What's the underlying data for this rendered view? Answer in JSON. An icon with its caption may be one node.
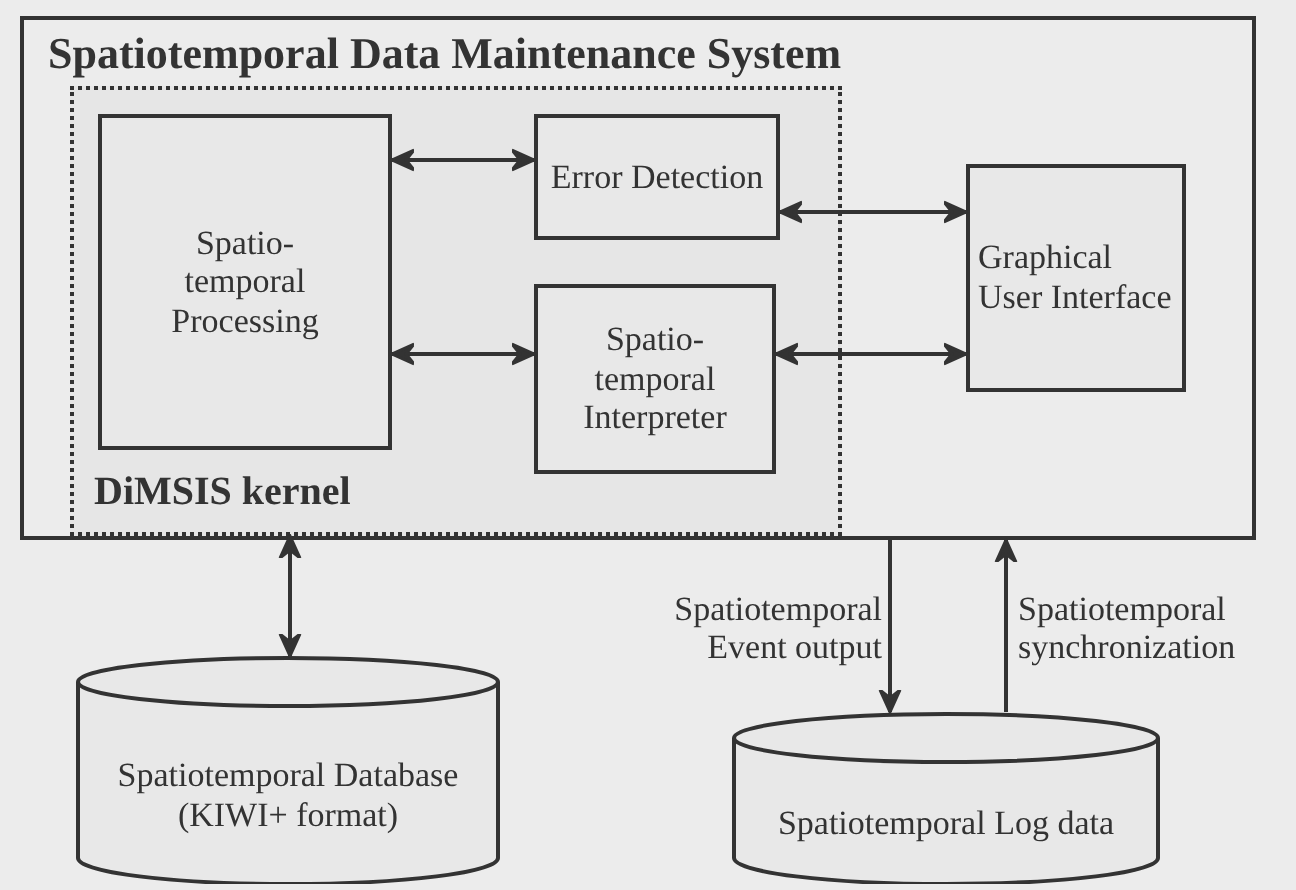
{
  "diagram": {
    "nodes": [
      {
        "text": [
          "Spatiotemporal Data Maintenance System"
        ]
      },
      {
        "text": [
          "DiMSIS kernel"
        ],
        "in": 0
      },
      {
        "text": [
          "Spatio- temporal Processing"
        ],
        "in": 1
      },
      {
        "text": [
          "Error Detection"
        ],
        "in": 1
      },
      {
        "text": [
          "Spatio- temporal Interpreter"
        ],
        "in": 1
      },
      {
        "text": [
          "Graphical User Interface"
        ],
        "in": 0
      },
      {
        "text": [
          "Spatiotemporal Database (KIWI+ format)"
        ]
      },
      {
        "text": [
          "Spatiotemporal Log data"
        ]
      }
    ],
    "edges": [
      {
        "from": 2,
        "to": 3,
        "arrow": "both"
      },
      {
        "from": 2,
        "to": 4,
        "arrow": "both"
      },
      {
        "from": 3,
        "to": 5,
        "arrow": "both"
      },
      {
        "from": 4,
        "to": 5,
        "arrow": "both"
      },
      {
        "from": 1,
        "to": 6,
        "arrow": "both"
      },
      {
        "from": 0,
        "to": 7,
        "arrow": "to",
        "label": "Spatiotemporal Event output"
      },
      {
        "from": 7,
        "to": 0,
        "arrow": "to",
        "label": "Spatiotemporal synchronization"
      }
    ]
  }
}
